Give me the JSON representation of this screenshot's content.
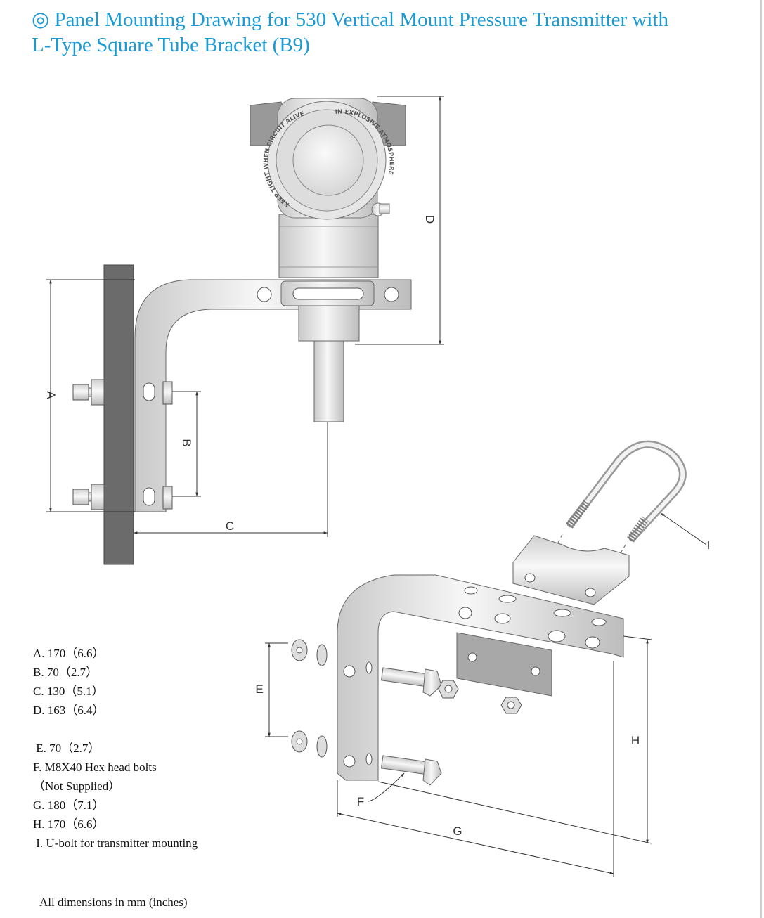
{
  "title": {
    "line1": "◎ Panel Mounting Drawing for 530 Vertical Mount Pressure Transmitter with",
    "line2": "L-Type Square Tube Bracket (B9)"
  },
  "drawing": {
    "dimension_labels": {
      "A": "A",
      "B": "B",
      "C": "C",
      "D": "D",
      "E": "E",
      "F": "F",
      "G": "G",
      "H": "H",
      "I": "I"
    },
    "cover_text": {
      "left": "KEEP TIGHT WHEN CIRCUIT ALIVE",
      "right": "IN EXPLOSIVE ATMOSPHERE"
    }
  },
  "legend": [
    "A. 170（6.6）",
    "B. 70（2.7）",
    "C. 130（5.1）",
    "D. 163（6.4）",
    "",
    " E. 70（2.7）",
    "F. M8X40 Hex head bolts",
    "（Not Supplied）",
    "G. 180（7.1）",
    "H. 170（6.6）",
    " I. U-bolt for transmitter mounting"
  ],
  "footnote": "All dimensions in mm (inches)",
  "colors": {
    "title": "#1a9ad6",
    "panel": "#6b6b6b"
  }
}
